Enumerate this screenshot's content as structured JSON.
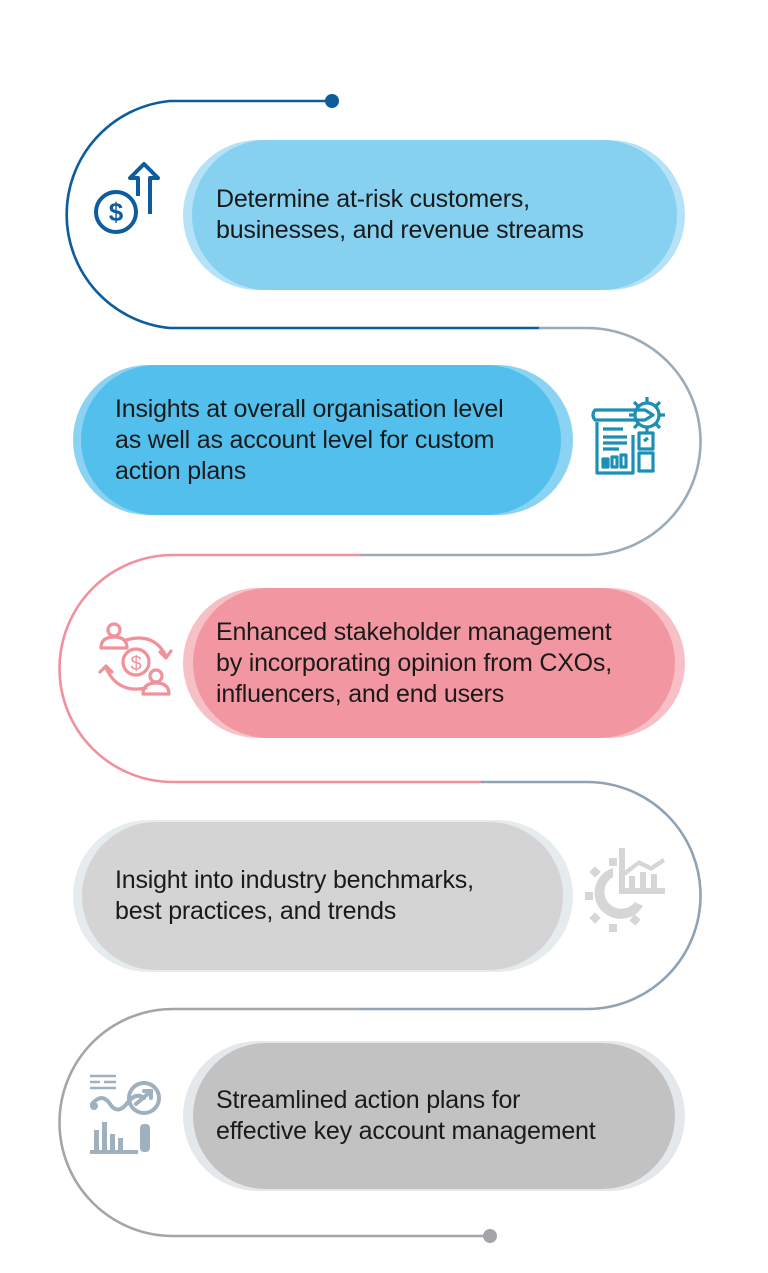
{
  "steps": [
    {
      "text_lines": [
        "Determine at-risk customers,",
        "businesses, and revenue streams"
      ],
      "icon": "dollar-coin-up-arrow-icon",
      "pill_color": "#86d0f0",
      "pill_rim_color": "#b5e2f6",
      "icon_color": "#0d5c9e",
      "path_color": "#0d5c9e"
    },
    {
      "text_lines": [
        "Insights at overall organisation level",
        "as well as account level for custom",
        "action plans"
      ],
      "icon": "report-settings-icon",
      "pill_color": "#52bfec",
      "pill_rim_color": "#8ad3f3",
      "icon_color": "#1b8fb5",
      "path_color": "#9aabb9"
    },
    {
      "text_lines": [
        "Enhanced stakeholder management",
        "by incorporating opinion from CXOs,",
        "influencers, and end users"
      ],
      "icon": "stakeholder-exchange-icon",
      "pill_color": "#f297a1",
      "pill_rim_color": "#f7c0c6",
      "icon_color": "#f0919b",
      "path_color": "#f0919b"
    },
    {
      "text_lines": [
        "Insight into industry benchmarks,",
        "best practices, and trends"
      ],
      "icon": "gear-chart-icon",
      "pill_color": "#d4d4d4",
      "pill_rim_color": "#e6ebee",
      "icon_color": "#d6d6d6",
      "path_color": "#8fa3b5"
    },
    {
      "text_lines": [
        "Streamlined action plans for",
        "effective key account management"
      ],
      "icon": "analytics-magnifier-icon",
      "pill_color": "#c2c2c2",
      "pill_rim_color": "#e4e8eb",
      "icon_color": "#9fb0be",
      "path_color": "#a3a5a8"
    }
  ],
  "endpoints": {
    "start_dot_color": "#0d5c9e",
    "end_dot_color": "#a3a5a8"
  }
}
